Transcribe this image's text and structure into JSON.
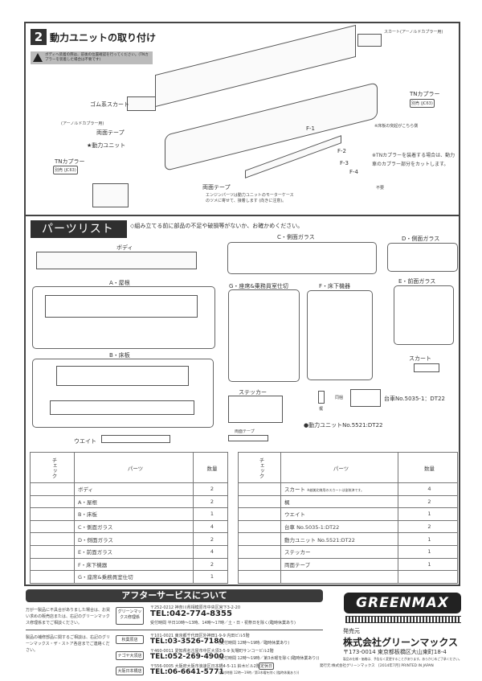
{
  "section2": {
    "number": "2",
    "title": "動力ユニットの取り付け",
    "warning": "ボディへ装着の際は、前後の位置確認を行ってください。(TNカプラーを装着した場合は不要です)",
    "labels": {
      "rubber_skirt": "ゴム系スカート",
      "rubber_skirt_sub": "(アーノルドカプラー用)",
      "double_tape_1": "両面テープ",
      "power_unit": "★動力ユニット",
      "tn_coupler_left": "TNカプラー",
      "tn_coupler_left_tag": "別売 (JC63)",
      "double_tape_2": "両面テープ",
      "engine_note": "エンジンパーツは動力ユニットのモーターケースのツメに寄せて、接着します (向きに注意)。",
      "skirt_right": "スカート(アーノルドカプラー用)",
      "tn_coupler_right": "TNカプラー",
      "tn_coupler_right_tag": "別売 (JC63)",
      "floor_note": "※床板の突起がこちら側",
      "f1": "F-1",
      "f2": "F-2",
      "f3": "F-3",
      "f4": "F-4",
      "tn_note": "※TNカプラーを装着する場合は、動力車のカプラー部分をカットします。",
      "unneeded": "不要"
    }
  },
  "parts_list": {
    "title": "パーツリスト",
    "note": "◇組み立てる前に部品の不足や破損等がないか、お確かめください。",
    "body": "ボディ",
    "a_roof": "A・屋根",
    "b_floor": "B・床板",
    "c_glass": "C・側面ガラス",
    "d_glass": "D・側面ガラス",
    "e_glass": "E・前面ガラス",
    "f_under": "F・床下機器",
    "g_seat": "G・座席&乗務員室仕切",
    "skirt": "スカート",
    "sticker": "ステッカー",
    "tape": "両面テープ",
    "weight": "ウエイト",
    "wheel": "梶",
    "bogie": "台車No.5035-1：DT22",
    "bogie_mark": "同梱",
    "power_unit": "●動力ユニットNo.5521:DT22"
  },
  "checklist": {
    "headers": {
      "check": "チェック",
      "parts": "パーツ",
      "qty": "数量"
    },
    "left": [
      {
        "part": "ボディ",
        "qty": "2"
      },
      {
        "part": "A・屋根",
        "qty": "2"
      },
      {
        "part": "B・床板",
        "qty": "1"
      },
      {
        "part": "C・側面ガラス",
        "qty": "4"
      },
      {
        "part": "D・側面ガラス",
        "qty": "2"
      },
      {
        "part": "E・前面ガラス",
        "qty": "4"
      },
      {
        "part": "F・床下機器",
        "qty": "2"
      },
      {
        "part": "G・座席&乗務員室仕切",
        "qty": "1"
      }
    ],
    "right": [
      {
        "part": "スカート",
        "note": "※越美北線用のスカートは塗装済です。",
        "qty": "4"
      },
      {
        "part": "梶",
        "qty": "2"
      },
      {
        "part": "ウエイト",
        "qty": "1"
      },
      {
        "part": "台車 No.5035-1:DT22",
        "qty": "2"
      },
      {
        "part": "動力ユニット No.5521:DT22",
        "qty": "1"
      },
      {
        "part": "ステッカー",
        "qty": "1"
      },
      {
        "part": "両面テープ",
        "qty": "1"
      }
    ]
  },
  "after_service": {
    "title": "アフターサービスについて",
    "text1": "万が一製品に不具合がありました場合は、お買い求めの販売店または、右記のグリーンマックス修理係までご相談ください。",
    "text2": "製品の補修部品に関するご相談は、右記のグリーンマックス・ザ・ストア各店までご連絡ください。",
    "contacts": [
      {
        "tag": "グリーンマックス修理係",
        "addr": "〒252-0212 神奈川県相模原市中央区宮下3-2-20",
        "tel": "TEL:042-774-8355",
        "hours": "受付時間 平日10時〜13時、14時〜17時／土・日・祝祭日を除く(臨時休業あり)"
      },
      {
        "tag": "秋葉原店",
        "addr": "〒101-0021 東京都千代田区外神田1-9-9 内田ビル5階",
        "tel": "TEL:03-3526-7180",
        "hours": "(受付時間 12時〜19時／臨時休業あり)"
      },
      {
        "tag": "ナゴヤ大須店",
        "addr": "〒460-0011 愛知県名古屋市中区大須3-5-9 矢場町サンコービル2階",
        "tel": "TEL:052-269-4900",
        "hours": "(受付時間 12時〜19時／第3水曜を除く(臨時休業あり))"
      },
      {
        "tag": "大阪日本橋店",
        "addr": "〒556-0005 大阪府大阪市浪速区日本橋4-5-11 鈴木ビル2階",
        "tel": "TEL:06-6641-5771",
        "hours": "(受付時間 12時〜19時／第3木曜を除く(臨時休業あり))",
        "badge": "定休日"
      }
    ]
  },
  "publisher": {
    "logo": "GREENMAX",
    "label": "発売元",
    "company": "株式会社グリーンマックス",
    "address": "〒173-0014 東京都板橋区大山東町18-4",
    "disclaimer": "製品の仕様・価格は、予告なく変更することがあります。あらかじめご了承ください。",
    "footer": "発行元:株式会社グリーンマックス　[2014年7月] PRINTED IN JAPAN"
  }
}
